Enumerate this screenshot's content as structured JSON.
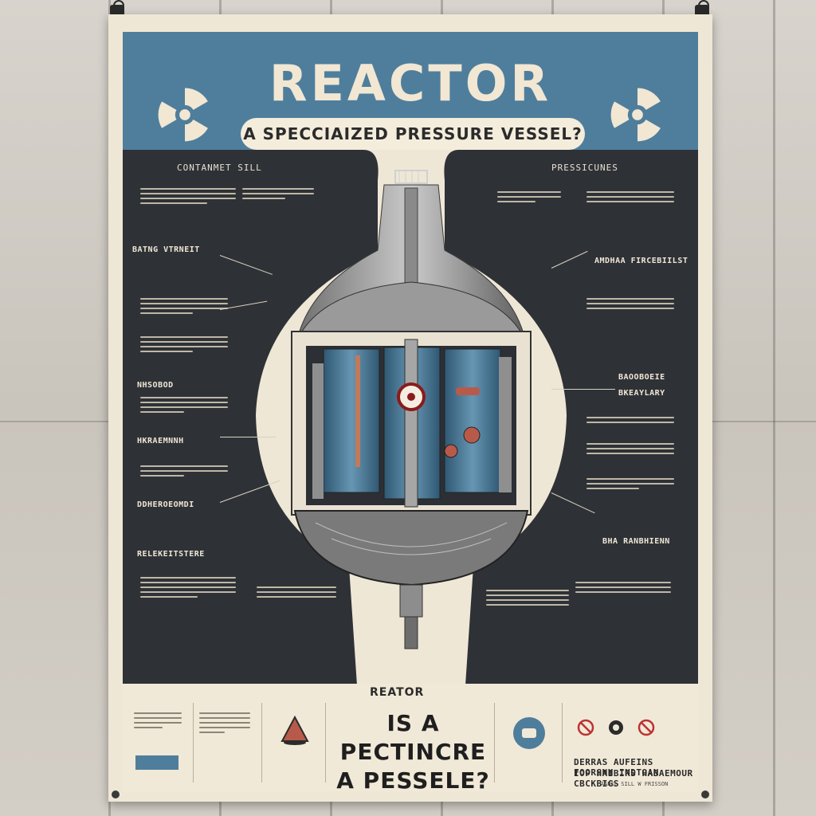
{
  "poster": {
    "title": "REACTOR",
    "subtitle": "A SPECCIAIZED PRESSURE VESSEL?",
    "left_panel": {
      "heading": "CONTANMET SILL",
      "labels": [
        "BATNG VTRNEIT",
        "NHSOBOD",
        "HKRAEMNNH",
        "DDHEROEOMDI",
        "RELEKEITSTERE"
      ]
    },
    "right_panel": {
      "heading": "PRESSICUNES",
      "labels": [
        "AMDHAA FIRCEBIILST",
        "BAOOBOEIE",
        "BKEAYLARY",
        "BHA RANBHIENN"
      ]
    },
    "footer": {
      "kicker": "REATOR",
      "question_line1": "IS A PECTINCRE",
      "question_line2": "A PESSELE?",
      "right_line1": "DERRAS AUFEINS FOORSNH INDTOAN",
      "right_line2": "IOP HAIBIRS HABAEMOUR CBCKBIGS",
      "right_small": "AARSL SILL W FRISSON"
    },
    "colors": {
      "header_blue": "#4f7e9c",
      "panel_dark": "#2e3237",
      "paper": "#efe7d6",
      "vessel_blue": "#3f6f8c"
    },
    "icons": [
      "radiation-icon",
      "radiation-icon",
      "warning-triangle-icon",
      "chat-bubble-icon",
      "no-entry-icon",
      "target-icon"
    ]
  }
}
